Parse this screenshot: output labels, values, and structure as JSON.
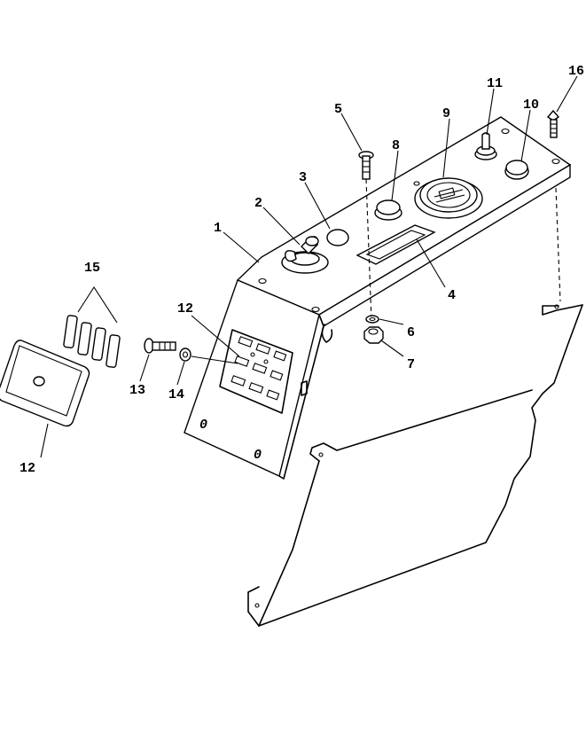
{
  "callouts": {
    "c1": "1",
    "c2": "2",
    "c3": "3",
    "c4": "4",
    "c5": "5",
    "c6": "6",
    "c7": "7",
    "c8": "8",
    "c9": "9",
    "c10": "10",
    "c11": "11",
    "c12a": "12",
    "c12b": "12",
    "c13": "13",
    "c14": "14",
    "c15": "15",
    "c16": "16"
  },
  "panel_marks": {
    "mark_a": "0",
    "mark_b": "0"
  }
}
